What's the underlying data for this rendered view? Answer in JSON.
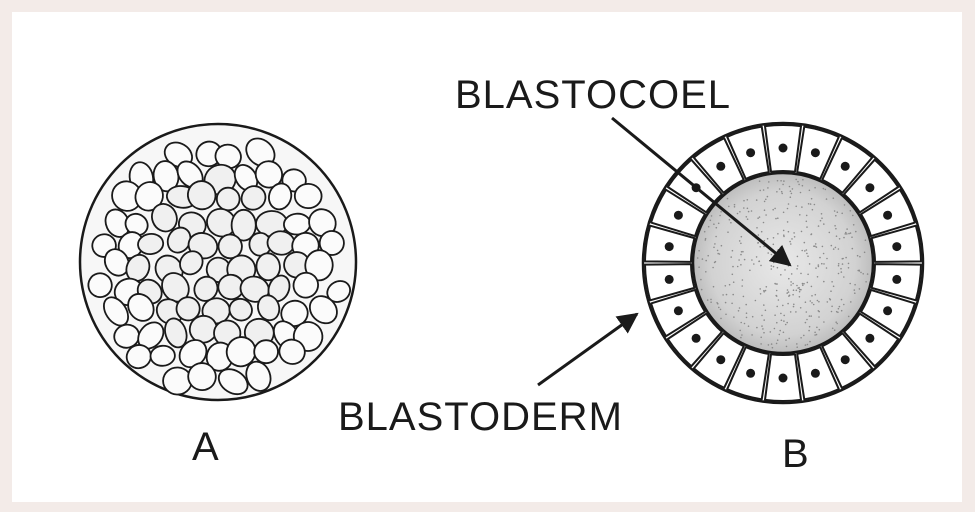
{
  "labels": {
    "blastocoel": "BLASTOCOEL",
    "blastoderm": "BLASTODERM",
    "figure_a": "A",
    "figure_b": "B"
  },
  "colors": {
    "background": "#f3ebe8",
    "panel": "#ffffff",
    "ink": "#1a1a1a",
    "cavity": "#d9d9d9"
  }
}
